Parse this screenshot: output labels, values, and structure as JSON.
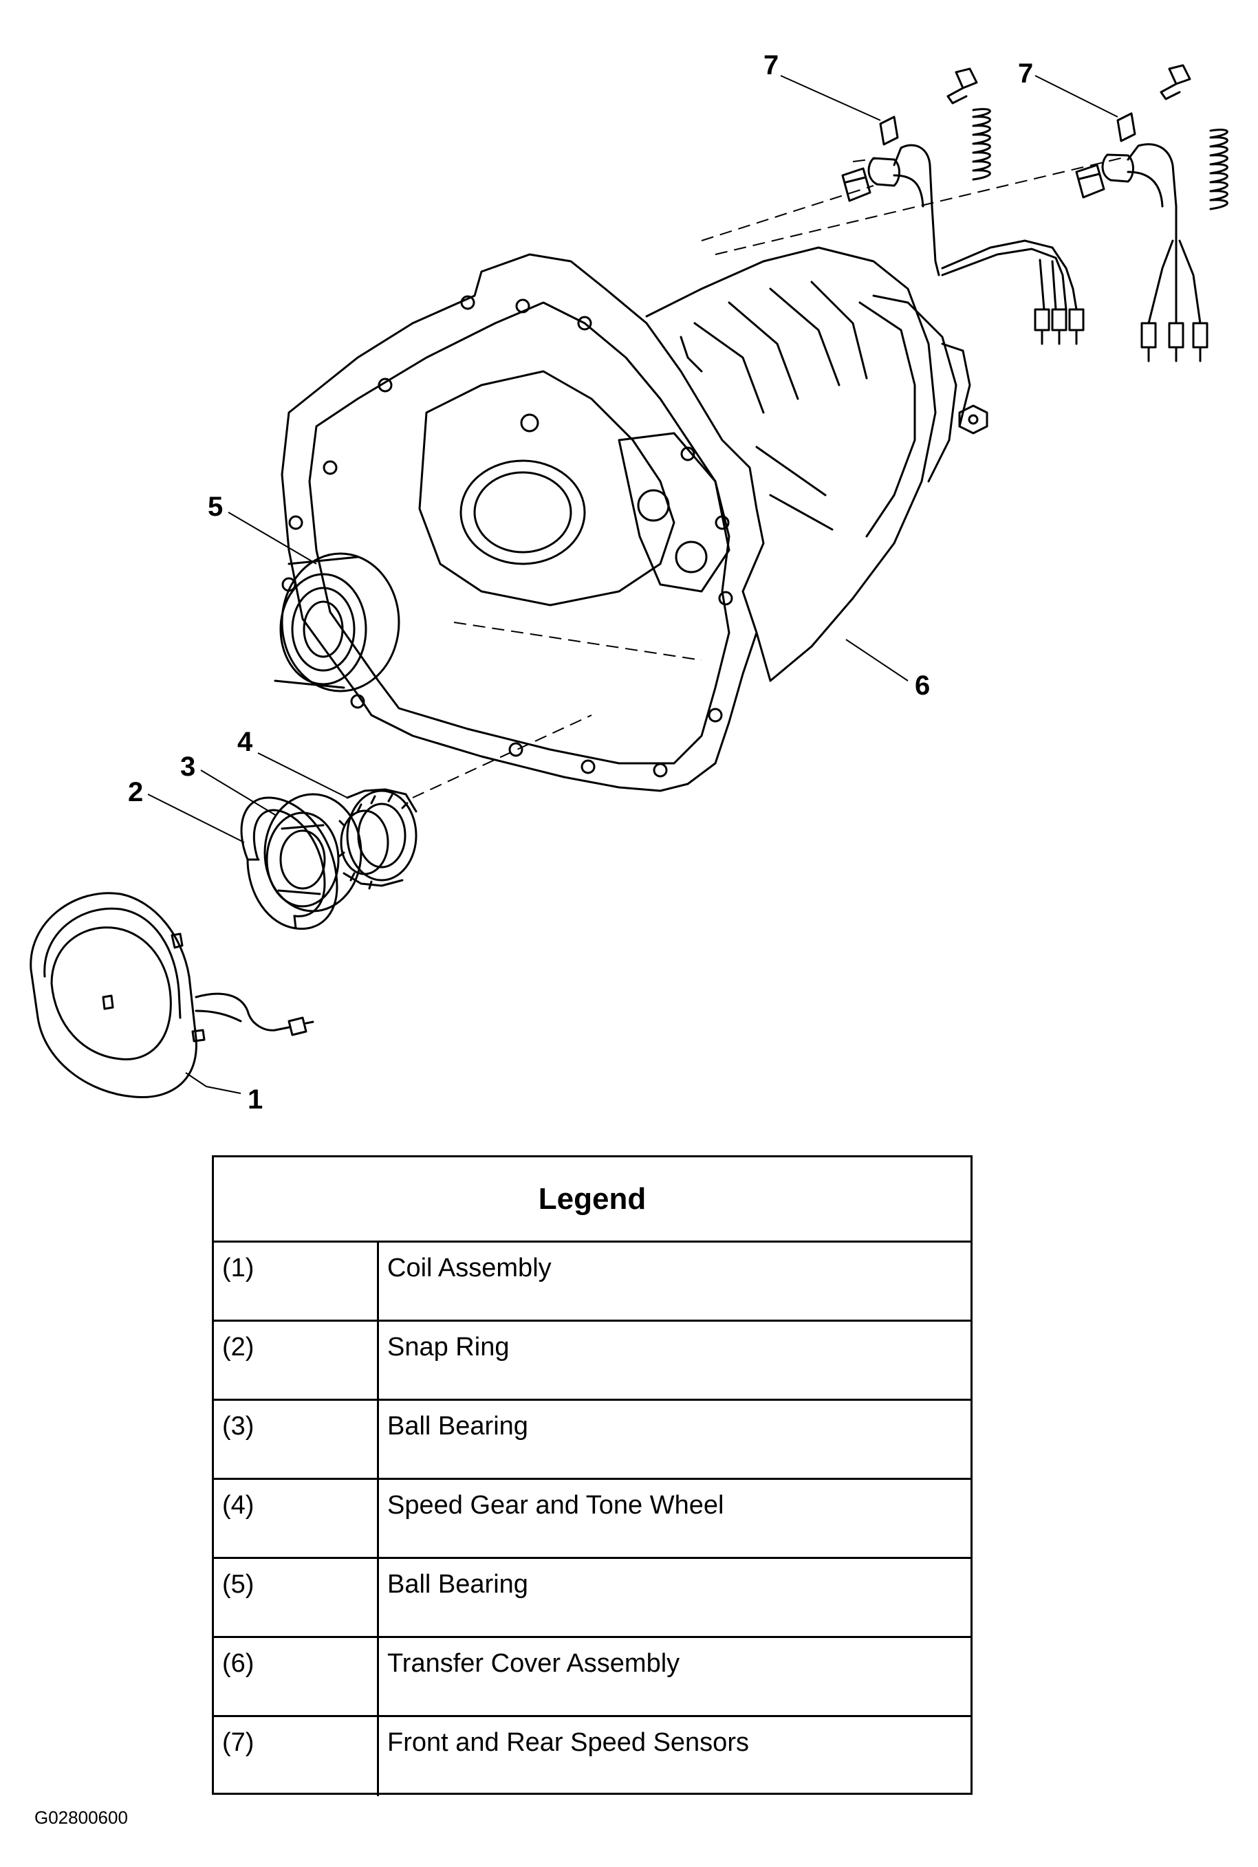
{
  "callouts": [
    "1",
    "2",
    "3",
    "4",
    "5",
    "6",
    "7",
    "7"
  ],
  "legend": {
    "title": "Legend",
    "rows": [
      {
        "num": "(1)",
        "desc": "Coil Assembly"
      },
      {
        "num": "(2)",
        "desc": "Snap Ring"
      },
      {
        "num": "(3)",
        "desc": "Ball Bearing"
      },
      {
        "num": "(4)",
        "desc": "Speed Gear and Tone Wheel"
      },
      {
        "num": "(5)",
        "desc": "Ball Bearing"
      },
      {
        "num": "(6)",
        "desc": "Transfer Cover Assembly"
      },
      {
        "num": "(7)",
        "desc": "Front and Rear Speed Sensors"
      }
    ]
  },
  "figure_code": "G02800600"
}
